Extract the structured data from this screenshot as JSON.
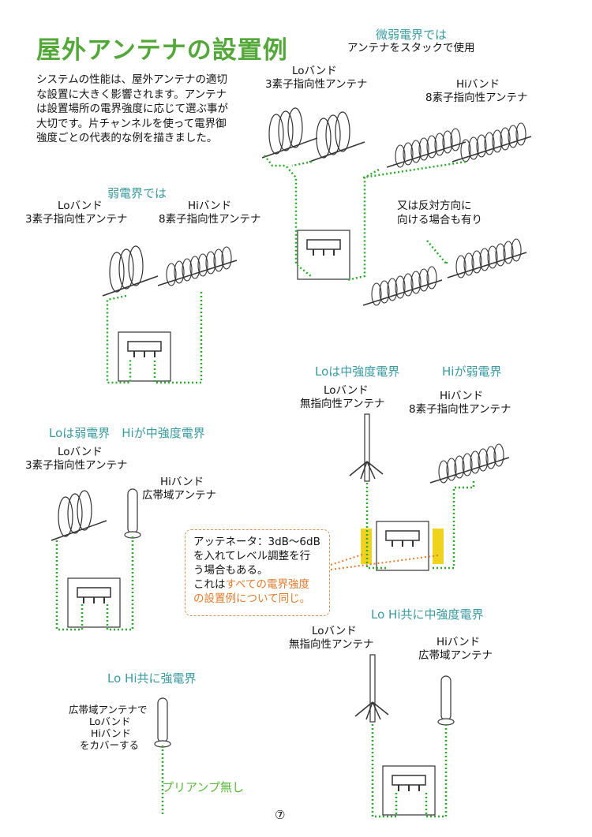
{
  "title": "屋外アンテナの設置例",
  "intro": "システムの性能は、屋外アンテナの適切な設置に大きく影響されます。アンテナは設置場所の電界強度に応じて選ぶ事が大切です。片チャンネルを使って電界御強度ごとの代表的な例を描きました。",
  "sections": {
    "very_weak": {
      "heading": "微弱電界では",
      "subheading": "アンテナをスタックで使用"
    },
    "weak": {
      "heading": "弱電界では"
    },
    "lo_medium_hi_weak": {
      "heading_lo": "Loは中強度電界",
      "heading_hi": "Hiが弱電界"
    },
    "lo_weak_hi_medium": {
      "heading": "Loは弱電界　Hiが中強度電界"
    },
    "both_medium": {
      "heading": "Lo Hi共に中強度電界"
    },
    "both_strong": {
      "heading": "Lo Hi共に強電界"
    }
  },
  "labels": {
    "lo_band": "Loバンド",
    "hi_band": "Hiバンド",
    "lo_3el": "3素子指向性アンテナ",
    "hi_8el": "8素子指向性アンテナ",
    "omni": "無指向性アンテナ",
    "wideband": "広帯域アンテナ",
    "reverse_note_1": "又は反対方向に",
    "reverse_note_2": "向ける場合も有り",
    "cover_1": "広帯域アンテナで",
    "cover_2": "Loバンド",
    "cover_3": "Hiバンド",
    "cover_4": "をカバーする",
    "no_preamp": "プリアンプ無し"
  },
  "attenuator_note": {
    "line1": "アッテネータ：3dB〜6dB",
    "line2": "を入れてレベル調整を行",
    "line3": "う場合もある。",
    "line4_prefix": "これは",
    "line4_highlight": "すべての電界強度",
    "line5": "の設置例について同じ。"
  },
  "page_number": "⑦",
  "colors": {
    "title": "#54a83a",
    "heading": "#3a9aa0",
    "wire": "#2ea82e",
    "attenuator": "#f0d31c",
    "note_border": "#e08d55",
    "note_highlight": "#e07a2d"
  }
}
